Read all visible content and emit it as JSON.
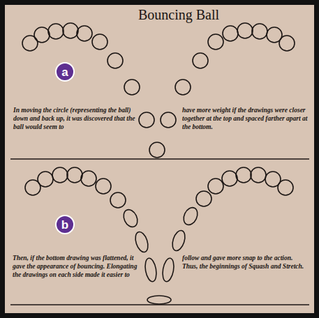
{
  "diagram": {
    "title": "Bouncing Ball",
    "nodes": [
      {
        "text": [
          "a"
        ]
      },
      {
        "text": [
          "b"
        ]
      }
    ],
    "labels": [
      "In moving the circle (representing the ball) down and back up, it was discovered that the ball would seem to",
      "have more weight if the drawings were closer together at the top and spaced farther apart at the bottom.",
      "Then, if the bottom drawing was flattened, it gave the appearance of bouncing. Elongating the drawings on each side made it easier to",
      "follow and gave more snap to the action. Thus, the beginnings of Squash and Stretch."
    ]
  }
}
